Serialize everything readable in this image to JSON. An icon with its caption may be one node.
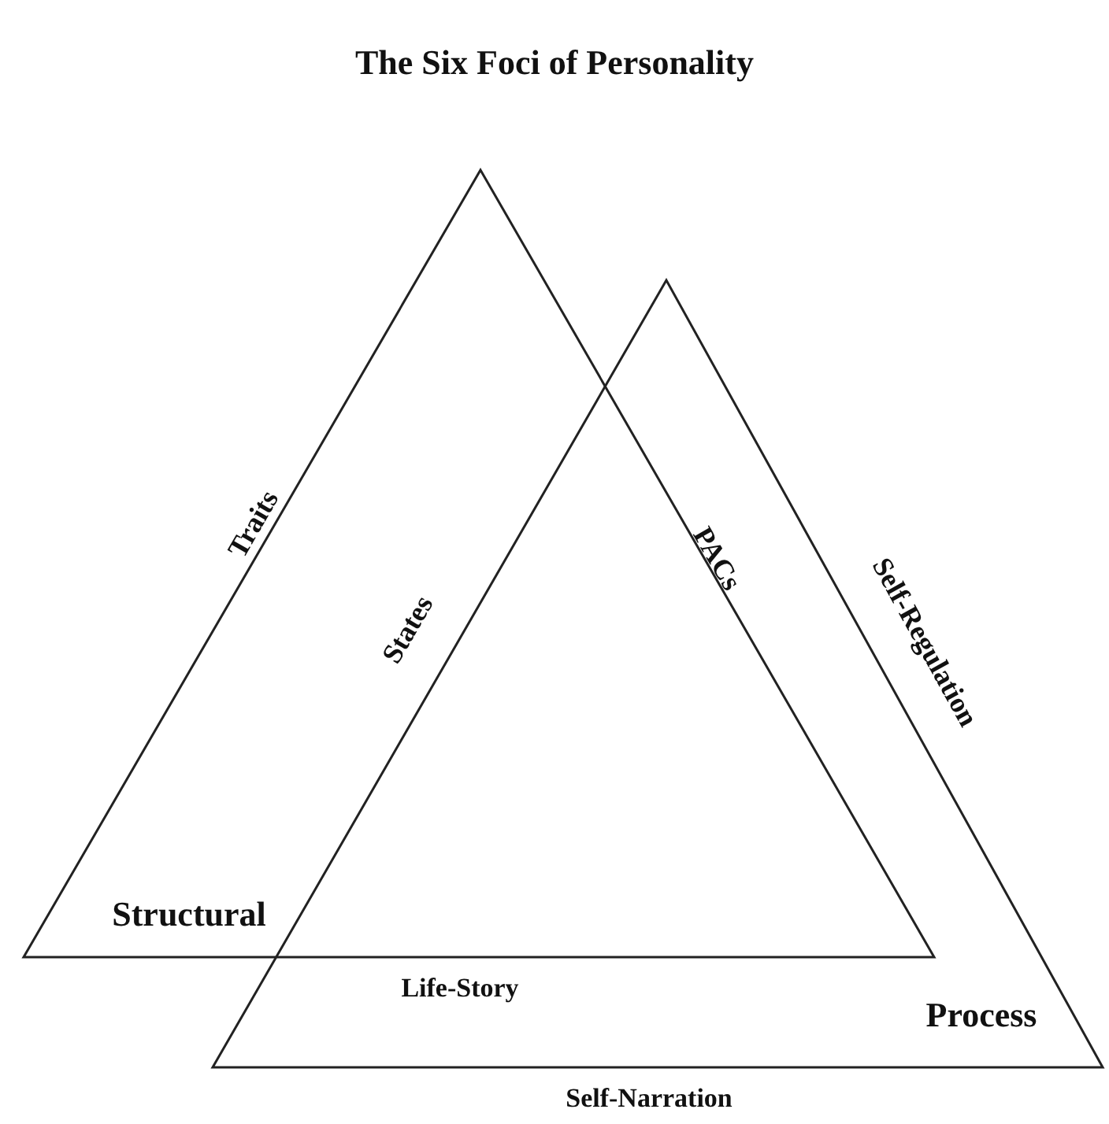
{
  "diagram": {
    "title": "The Six Foci of Personality",
    "nodes": [
      {
        "text": [
          "Structural"
        ],
        "beside": [
          "Traits",
          "PACs"
        ]
      },
      {
        "text": [
          "Process"
        ],
        "beside": [
          "States",
          "Self-Regulation",
          "Self-Narration"
        ]
      }
    ],
    "labels": [
      "Life-Story"
    ]
  }
}
